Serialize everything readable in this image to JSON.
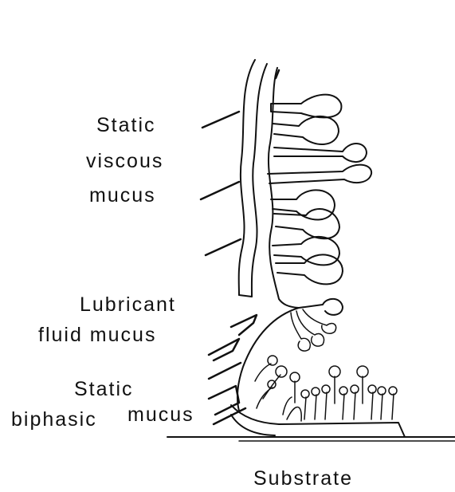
{
  "labels": {
    "static_viscous_1": "Static",
    "static_viscous_2": "viscous",
    "static_viscous_3": "mucus",
    "lubricant_1": "Lubricant",
    "lubricant_2": "fluid mucus",
    "static_biphasic_1": "Static",
    "static_biphasic_2": "biphasic",
    "static_biphasic_3": "mucus",
    "substrate": "Substrate"
  },
  "colors": {
    "ink": "#111111",
    "background": "#ffffff"
  }
}
